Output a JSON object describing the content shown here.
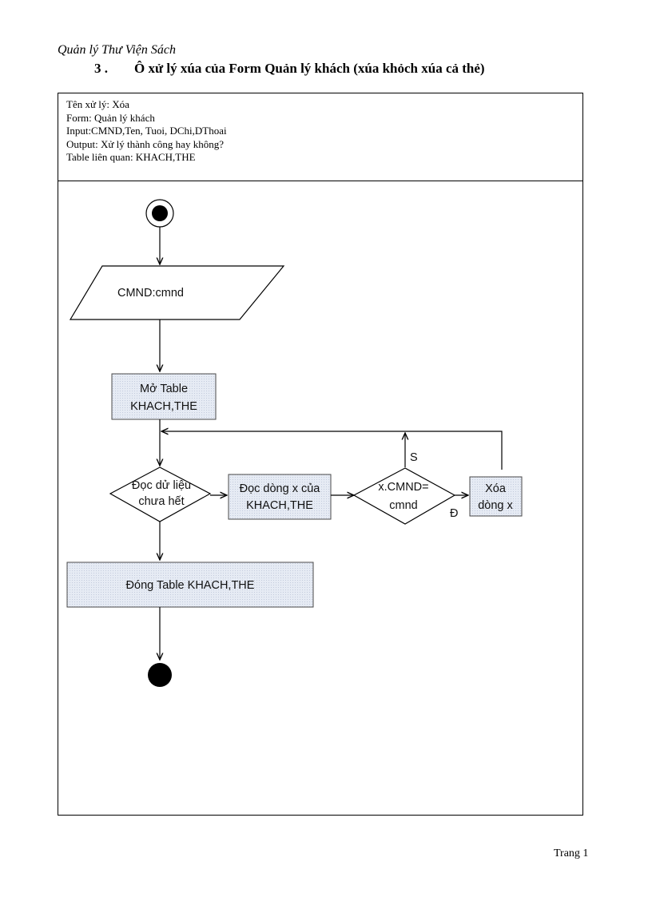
{
  "header": {
    "doc_title": "Quản lý Thư Viện Sách",
    "section_number": "3 .",
    "section_title": "Ô xử lý xúa của Form Quản lý khách (xúa khỏch xúa cả thẻ)"
  },
  "info": {
    "lines": [
      "Tên xử lý:  Xóa",
      "Form:  Quản lý khách",
      "Input:CMND,Ten,   Tuoi,  DChi,DThoai",
      "Output:  Xử lý thành  công hay không?",
      "Table liên  quan:  KHACH,THE"
    ]
  },
  "flowchart": {
    "input": "CMND:cmnd",
    "open_table": [
      "Mở Table",
      "KHACH,THE"
    ],
    "loop_condition": [
      "Đọc dử liệu",
      "chưa hết"
    ],
    "read_row": [
      "Đọc dòng x của",
      "KHACH,THE"
    ],
    "compare": [
      "x.CMND=",
      "cmnd"
    ],
    "delete": [
      "Xóa",
      "dòng x"
    ],
    "close_table": "Đóng Table KHACH,THE",
    "label_false": "S",
    "label_true": "Đ"
  },
  "footer": {
    "page": "Trang 1"
  },
  "colors": {
    "box_fill": "#dfe6f2",
    "box_stroke": "#4a4a4a"
  }
}
